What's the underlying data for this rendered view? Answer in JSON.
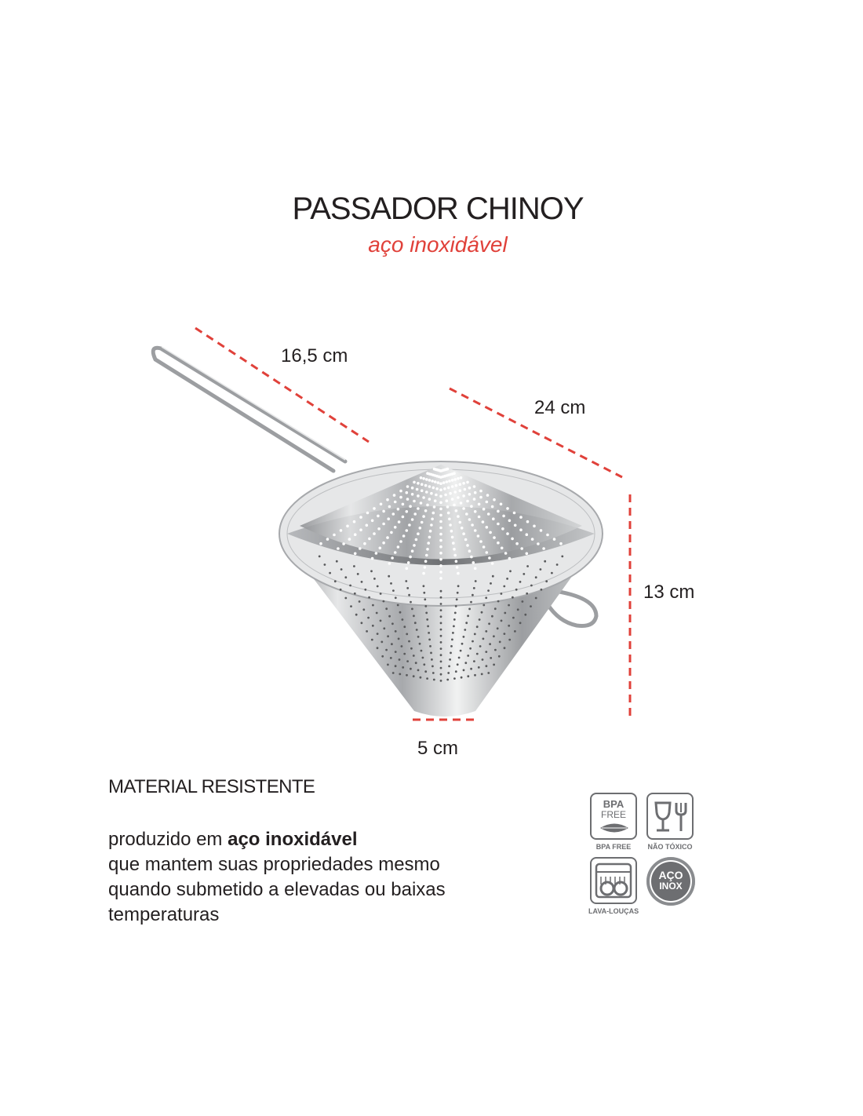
{
  "header": {
    "title": "PASSADOR CHINOY",
    "subtitle": "aço inoxidável"
  },
  "dimensions": {
    "handle": "16,5 cm",
    "diameter": "24 cm",
    "height": "13 cm",
    "tip": "5 cm"
  },
  "info": {
    "heading": "MATERIAL RESISTENTE",
    "desc_prefix": "produzido em ",
    "desc_bold": "aço inoxidável",
    "desc_line2": "que mantem suas propriedades mesmo",
    "desc_line3": "quando submetido a elevadas ou baixas",
    "desc_line4": "temperaturas"
  },
  "badges": {
    "bpa_top": "BPA",
    "bpa_mid": "FREE",
    "bpa_caption": "BPA FREE",
    "nontoxic_caption": "NÃO TÓXICO",
    "dishwasher_caption": "LAVA-LOUÇAS",
    "inox_top": "AÇO",
    "inox_bottom": "INOX"
  },
  "colors": {
    "accent": "#e0413a",
    "text": "#231f20",
    "badge": "#6d6e71"
  },
  "icons": [
    "leaf-icon",
    "glass-icon",
    "fork-icon",
    "dishwasher-icon",
    "steel-seal-icon"
  ]
}
